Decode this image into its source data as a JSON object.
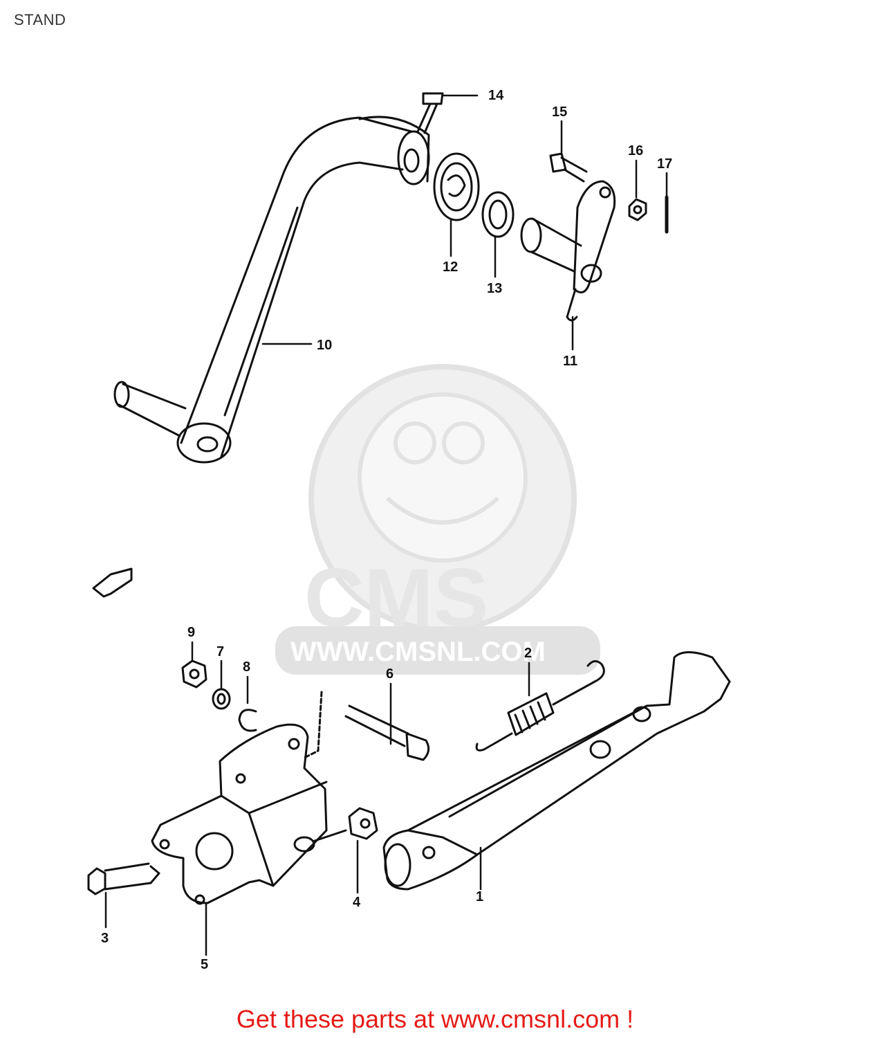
{
  "title": "STAND",
  "watermark": {
    "brand": "CMS",
    "url": "WWW.CMSNL.COM"
  },
  "callouts": [
    "1",
    "2",
    "3",
    "4",
    "5",
    "6",
    "7",
    "8",
    "9",
    "10",
    "11",
    "12",
    "13",
    "14",
    "15",
    "16",
    "17"
  ],
  "footer": {
    "text": "Get these parts at www.cmsnl.com !"
  },
  "colors": {
    "line": "#111111",
    "footer": "#e41b17",
    "watermark": "#e6e6e6"
  }
}
